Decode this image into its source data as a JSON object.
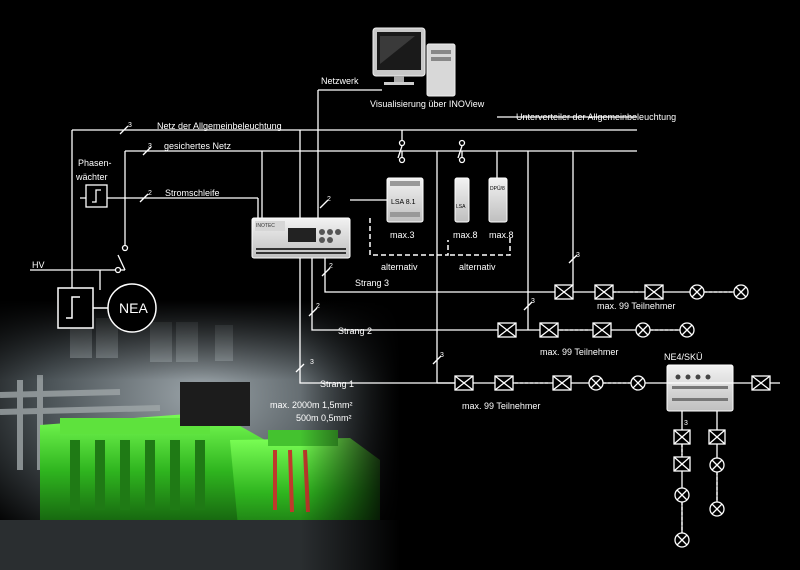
{
  "labels": {
    "network": "Netzwerk",
    "visualization": "Visualisierung über INOView",
    "general_lighting_net": "Netz der Allgemeinbeleuchtung",
    "sub_distributor": "Unterverteiler der Allgemeinbeleuchtung",
    "secured_net": "gesichertes Netz",
    "phase_monitor_line1": "Phasen-",
    "phase_monitor_line2": "wächter",
    "current_loop": "Stromschleife",
    "hv": "HV",
    "nea": "NEA",
    "lsa_module": "LSA 8.1",
    "lsa_small": "LSA",
    "dpu_module": "DPÜ/8",
    "max3": "max.3",
    "max8a": "max.8",
    "max8b": "max.8",
    "alternative1": "alternativ",
    "alternative2": "alternativ",
    "strand3": "Strang 3",
    "strand2": "Strang 2",
    "strand1": "Strang 1",
    "participants3": "max.  99 Teilnehmer",
    "participants2": "max.  99 Teilnehmer",
    "participants1": "max.  99 Teilnehmer",
    "ne4": "NE4/SKÜ",
    "cable_len1": "max.   2000m 1,5mm²",
    "cable_len2": "500m 0,5mm²",
    "controller_brand": "INOTEC",
    "w3a": "3",
    "w3b": "3",
    "w2a": "2",
    "w2b": "2",
    "w2c": "2",
    "w2d": "2",
    "w3c": "3",
    "w3d": "3",
    "w3e": "3",
    "w3f": "3",
    "w3g": "3"
  },
  "colors": {
    "background": "#000000",
    "line": "#ffffff",
    "generator_green": "#3fcf2a"
  }
}
